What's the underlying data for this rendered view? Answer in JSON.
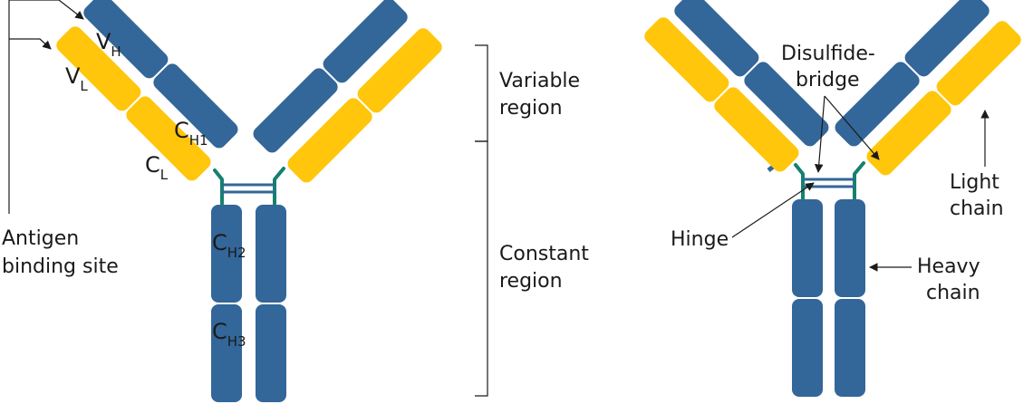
{
  "colors": {
    "heavy_chain": "#336699",
    "light_chain": "#ffc60b",
    "disulfide": "#16806f",
    "line": "#1a1a1a"
  },
  "left_antibody": {
    "domains": {
      "vh": {
        "main": "V",
        "sub": "H"
      },
      "vl": {
        "main": "V",
        "sub": "L"
      },
      "ch1": {
        "main": "C",
        "sub": "H1"
      },
      "cl": {
        "main": "C",
        "sub": "L"
      },
      "ch2": {
        "main": "C",
        "sub": "H2"
      },
      "ch3": {
        "main": "C",
        "sub": "H3"
      }
    },
    "antigen_label": [
      "Antigen",
      "binding site"
    ],
    "variable_label": [
      "Variable",
      "region"
    ],
    "constant_label": [
      "Constant",
      "region"
    ]
  },
  "right_antibody": {
    "disulfide_label": [
      "Disulfide-",
      "bridge"
    ],
    "hinge_label": "Hinge",
    "light_chain_label": [
      "Light",
      "chain"
    ],
    "heavy_chain_label": [
      "Heavy",
      "chain"
    ]
  }
}
